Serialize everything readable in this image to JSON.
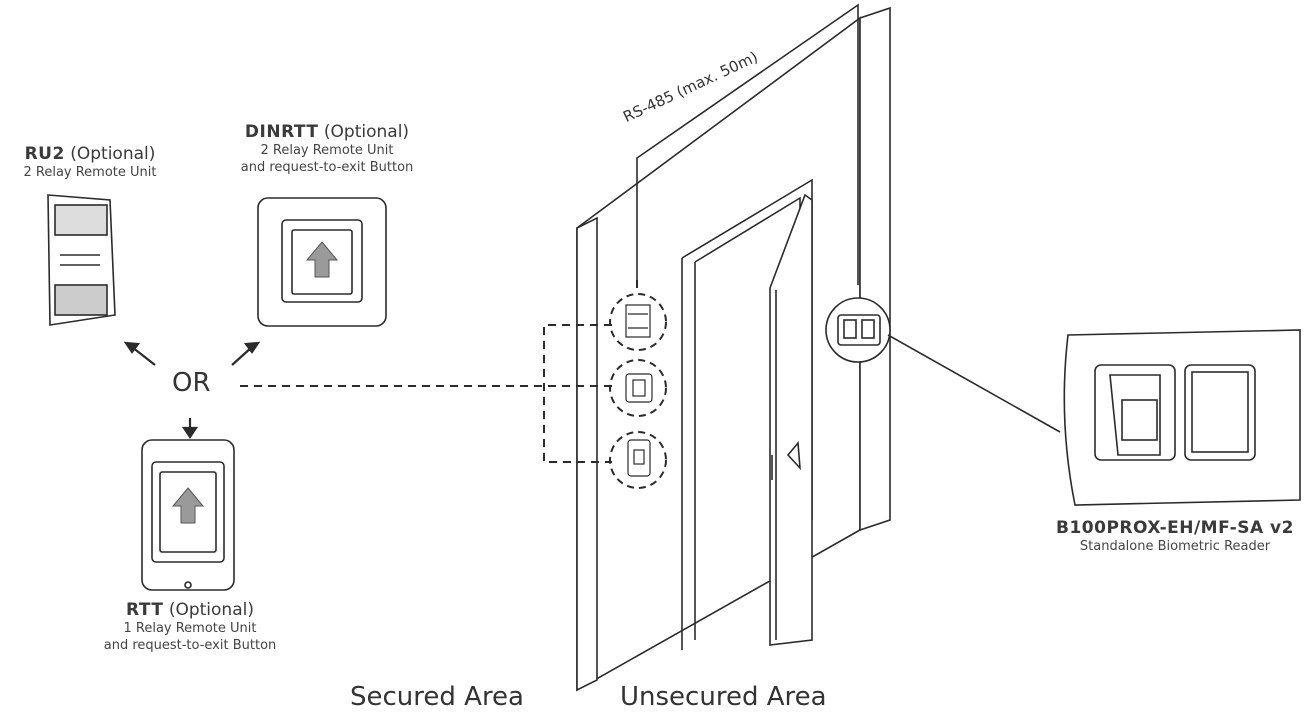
{
  "devices": {
    "ru2": {
      "name": "RU2",
      "optional": "(Optional)",
      "desc": "2 Relay Remote Unit"
    },
    "dinrtt": {
      "name": "DINRTT",
      "optional": "(Optional)",
      "desc1": "2 Relay Remote Unit",
      "desc2": "and request-to-exit Button"
    },
    "rtt": {
      "name": "RTT",
      "optional": "(Optional)",
      "desc1": "1 Relay Remote Unit",
      "desc2": "and request-to-exit Button"
    },
    "reader": {
      "name": "B100PROX-EH/MF-SA v2",
      "desc": "Standalone Biometric Reader"
    }
  },
  "or_label": "OR",
  "cable_label": "RS-485 (max. 50m)",
  "areas": {
    "secured": "Secured Area",
    "unsecured": "Unsecured Area"
  },
  "colors": {
    "line": "#2b2b2b",
    "device_fill": "#ffffff",
    "arrow_fill": "#9a9a9a"
  }
}
